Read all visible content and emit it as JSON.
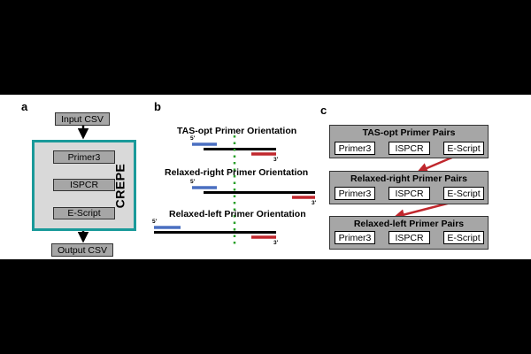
{
  "panels": {
    "a": "a",
    "b": "b",
    "c": "c"
  },
  "panel_a": {
    "input": "Input CSV",
    "steps": [
      "Primer3",
      "ISPCR",
      "E-Script"
    ],
    "output": "Output CSV",
    "tool": "CREPE",
    "colors": {
      "box_fill": "#a6a6a6",
      "frame": "#1a9a9a",
      "frame_fill": "#d9d9d9"
    }
  },
  "panel_b": {
    "orientations": [
      {
        "title": "TAS-opt Primer Orientation",
        "five": "5'",
        "three": "3'"
      },
      {
        "title": "Relaxed-right Primer Orientation",
        "five": "5'",
        "three": "3'"
      },
      {
        "title": "Relaxed-left Primer Orientation",
        "five": "5'",
        "three": "3'"
      }
    ],
    "colors": {
      "forward": "#4a6fc1",
      "reverse": "#c0272d",
      "target": "#2aa02a",
      "strand": "#000000"
    }
  },
  "panel_c": {
    "groups": [
      {
        "title": "TAS-opt Primer Pairs",
        "steps": [
          "Primer3",
          "ISPCR",
          "E-Script"
        ]
      },
      {
        "title": "Relaxed-right Primer Pairs",
        "steps": [
          "Primer3",
          "ISPCR",
          "E-Script"
        ]
      },
      {
        "title": "Relaxed-left Primer Pairs",
        "steps": [
          "Primer3",
          "ISPCR",
          "E-Script"
        ]
      }
    ],
    "colors": {
      "box_fill": "#a6a6a6",
      "connector": "#c0272d"
    }
  }
}
